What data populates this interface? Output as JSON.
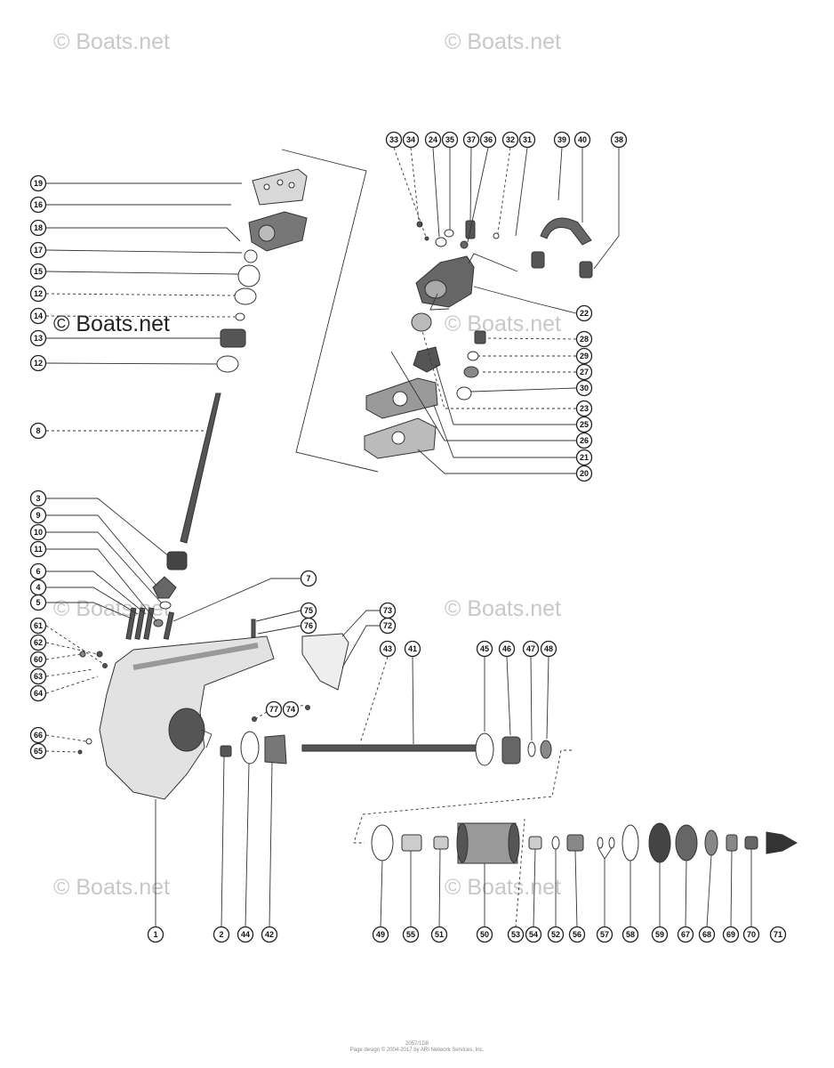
{
  "watermarks": [
    {
      "id": "wm1",
      "text": "© Boats.net"
    },
    {
      "id": "wm2",
      "text": "© Boats.net"
    },
    {
      "id": "wm3",
      "text": "© Boats.net"
    },
    {
      "id": "wm4",
      "text": "© Boats.net"
    },
    {
      "id": "wm5",
      "text": "© Boats.net"
    },
    {
      "id": "wm6",
      "text": "© Boats.net"
    },
    {
      "id": "wm7",
      "text": "© Boats.net"
    },
    {
      "id": "wm8",
      "text": "© Boats.net"
    }
  ],
  "callouts": {
    "c19": "19",
    "c16": "16",
    "c18": "18",
    "c17": "17",
    "c15": "15",
    "c12a": "12",
    "c14": "14",
    "c13": "13",
    "c12b": "12",
    "c8": "8",
    "c3": "3",
    "c9": "9",
    "c10": "10",
    "c11": "11",
    "c6": "6",
    "c4": "4",
    "c5": "5",
    "c61": "61",
    "c62": "62",
    "c60": "60",
    "c63": "63",
    "c64": "64",
    "c66": "66",
    "c65": "65",
    "c7": "7",
    "c75": "75",
    "c76": "76",
    "c77": "77",
    "c74": "74",
    "c73": "73",
    "c72": "72",
    "c43": "43",
    "c41": "41",
    "c45": "45",
    "c46": "46",
    "c47": "47",
    "c48": "48",
    "c33": "33",
    "c34": "34",
    "c24": "24",
    "c35": "35",
    "c37": "37",
    "c36": "36",
    "c32": "32",
    "c31": "31",
    "c39": "39",
    "c40": "40",
    "c38": "38",
    "c22": "22",
    "c28": "28",
    "c29": "29",
    "c27": "27",
    "c30": "30",
    "c23": "23",
    "c25": "25",
    "c26": "26",
    "c21": "21",
    "c20": "20",
    "c1": "1",
    "c2": "2",
    "c44": "44",
    "c42": "42",
    "c49": "49",
    "c55": "55",
    "c51": "51",
    "c50": "50",
    "c53": "53",
    "c54": "54",
    "c52": "52",
    "c56": "56",
    "c57": "57",
    "c58": "58",
    "c59": "59",
    "c67": "67",
    "c68": "68",
    "c69": "69",
    "c70": "70",
    "c71": "71"
  },
  "footer": {
    "line1": "2057/1D8",
    "line2": "Page design © 2004-2017 by ARI Network Services, Inc."
  }
}
